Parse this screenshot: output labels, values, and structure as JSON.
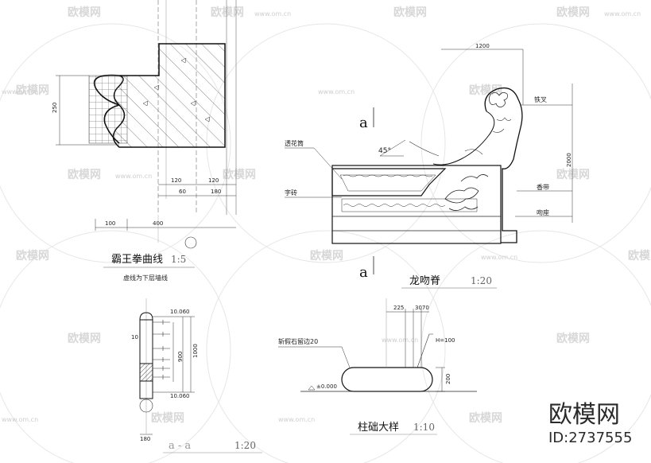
{
  "watermark": {
    "brand": "欧模网",
    "url": "www.om.cn",
    "id": "ID:2737555"
  },
  "drawing1": {
    "title": "霸王拳曲线",
    "scale": "1:5",
    "note": "虚线为下层墙线",
    "dims": {
      "height": "250",
      "w120a": "120",
      "w120b": "120",
      "w60": "60",
      "w180": "180",
      "w100": "100",
      "w400": "400"
    }
  },
  "drawing2": {
    "title": "龙吻脊",
    "scale": "1:20",
    "section_mark": "a",
    "angle": "45°",
    "dims": {
      "w1200": "1200",
      "h2000": "2000"
    },
    "labels": {
      "tiezha": "铁叉",
      "xiangdai": "香带",
      "wenzuo": "吻座",
      "touhuazhuan": "透花筒",
      "zizhuan": "字砖"
    }
  },
  "drawing3": {
    "title": "a - a",
    "scale": "1:20",
    "dims": {
      "top": "10.060",
      "bottom": "10.060",
      "d1000": "1000",
      "d900": "900",
      "d180": "180",
      "d10": "10"
    }
  },
  "drawing4": {
    "title": "柱础大样",
    "scale": "1:10",
    "note": "斩假石留边20",
    "level": "±0.000",
    "dims": {
      "d225": "225",
      "d3070": "3070",
      "h100": "H=100",
      "h200": "200"
    }
  }
}
